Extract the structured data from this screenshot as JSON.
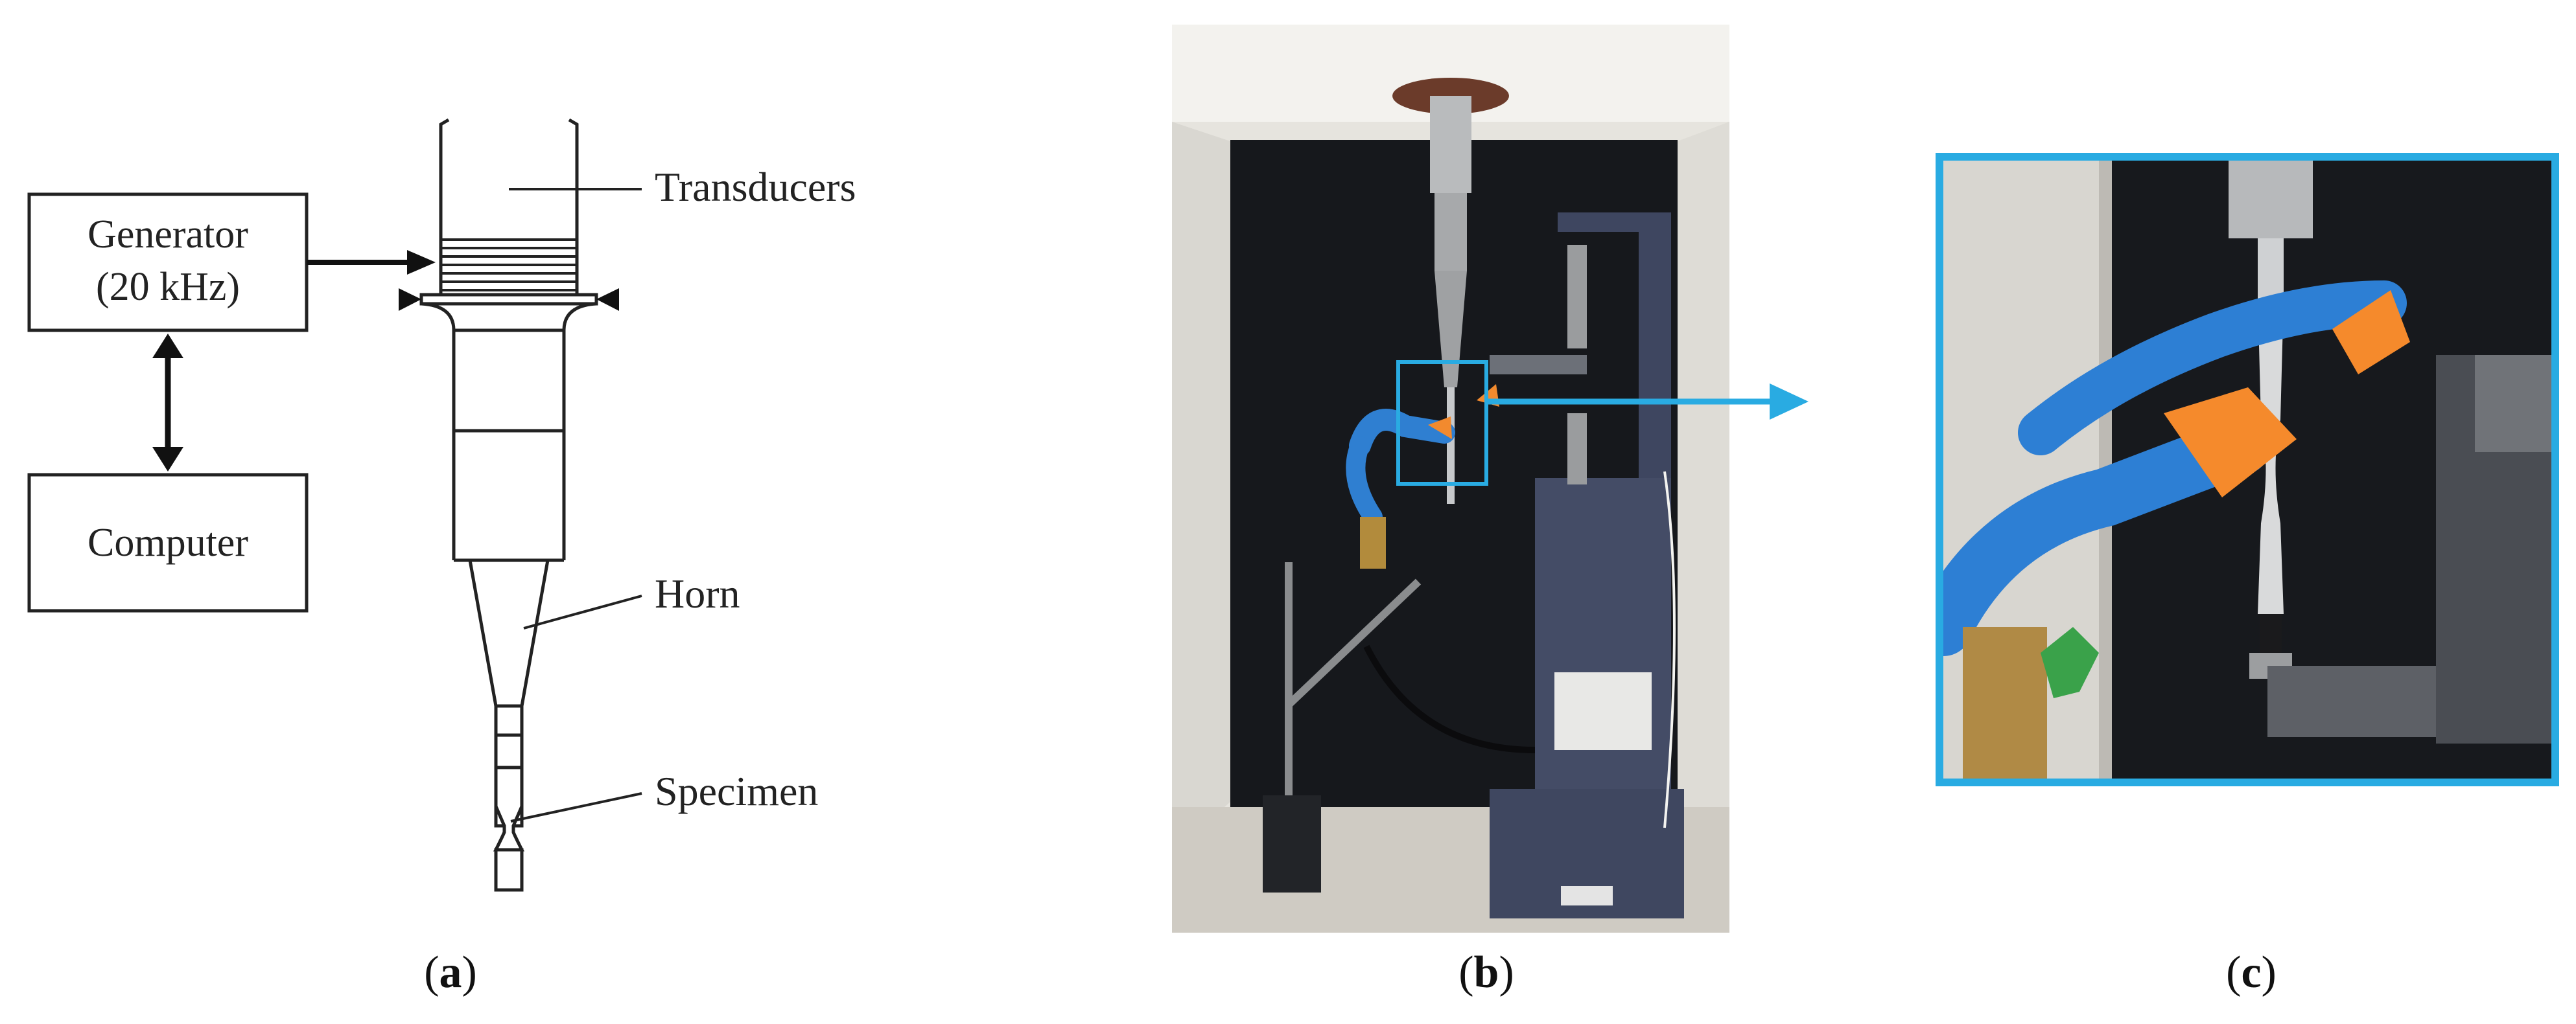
{
  "panel_a": {
    "generator": {
      "line1": "Generator",
      "line2": "(20 kHz)"
    },
    "computer": "Computer",
    "labels": {
      "transducers": "Transducers",
      "horn": "Horn",
      "specimen": "Specimen"
    },
    "caption": {
      "letter": "a"
    }
  },
  "panel_b": {
    "caption": {
      "letter": "b"
    },
    "highlight_color": "#29abe2"
  },
  "panel_c": {
    "caption": {
      "letter": "c"
    },
    "frame_color": "#29abe2"
  }
}
